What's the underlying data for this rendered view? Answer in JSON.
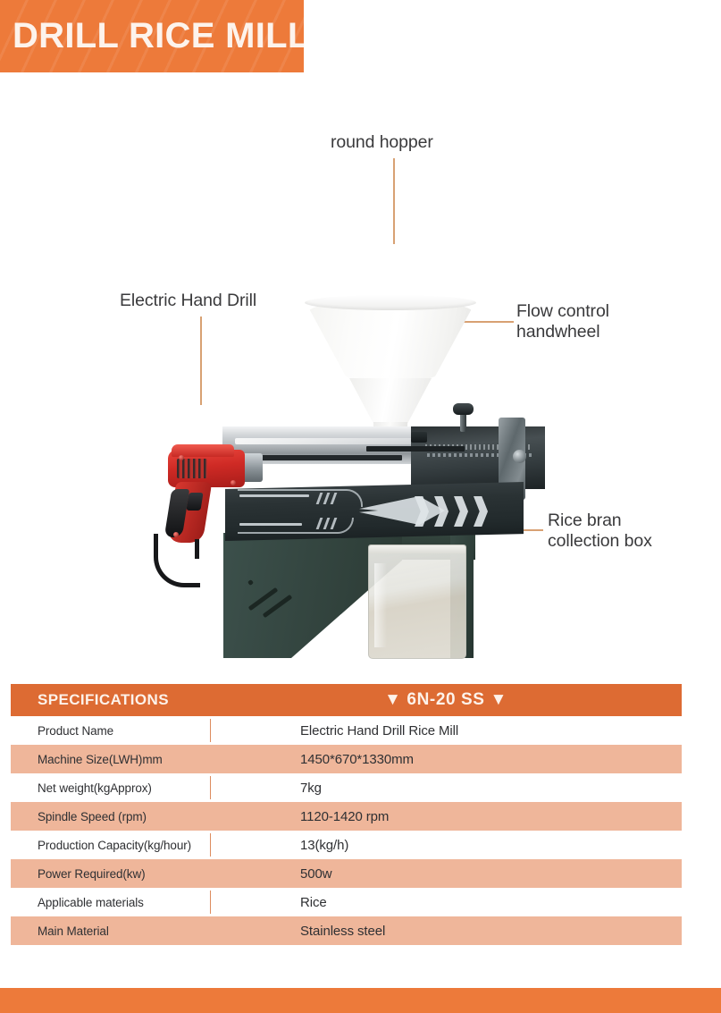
{
  "banner": {
    "title": "DRILL RICE MILL",
    "color": "#ED7A3A"
  },
  "photo": {
    "callouts": [
      {
        "name": "round-hopper",
        "line1": "round hopper",
        "line2": ""
      },
      {
        "name": "electric-hand-drill",
        "line1": "Electric Hand Drill",
        "line2": ""
      },
      {
        "name": "flow-control-handwheel",
        "line1": "Flow control",
        "line2": "handwheel"
      },
      {
        "name": "rice-bran-collection-box",
        "line1": "Rice bran",
        "line2": "collection box"
      }
    ],
    "leader_color": "#D8A173"
  },
  "spec_table": {
    "header": {
      "left_label": "SPECIFICATIONS",
      "model": "▼  6N-20 SS ▼",
      "bg_color": "#DD6B33"
    },
    "alt_row_color": "#EFB69A",
    "rows": [
      {
        "key": "Product Name",
        "value": "Electric Hand Drill Rice Mill"
      },
      {
        "key": "Machine Size(LWH)mm",
        "value": "1450*670*1330mm"
      },
      {
        "key": "Net weight(kgApprox)",
        "value": "7kg"
      },
      {
        "key": "Spindle Speed (rpm)",
        "value": "1120-1420 rpm"
      },
      {
        "key": "Production Capacity(kg/hour)",
        "value": "13(kg/h)"
      },
      {
        "key": "Power Required(kw)",
        "value": "500w"
      },
      {
        "key": "Applicable materials",
        "value": "Rice"
      },
      {
        "key": "Main Material",
        "value": "Stainless steel"
      }
    ]
  },
  "footer": {
    "color": "#ED7A3A"
  }
}
